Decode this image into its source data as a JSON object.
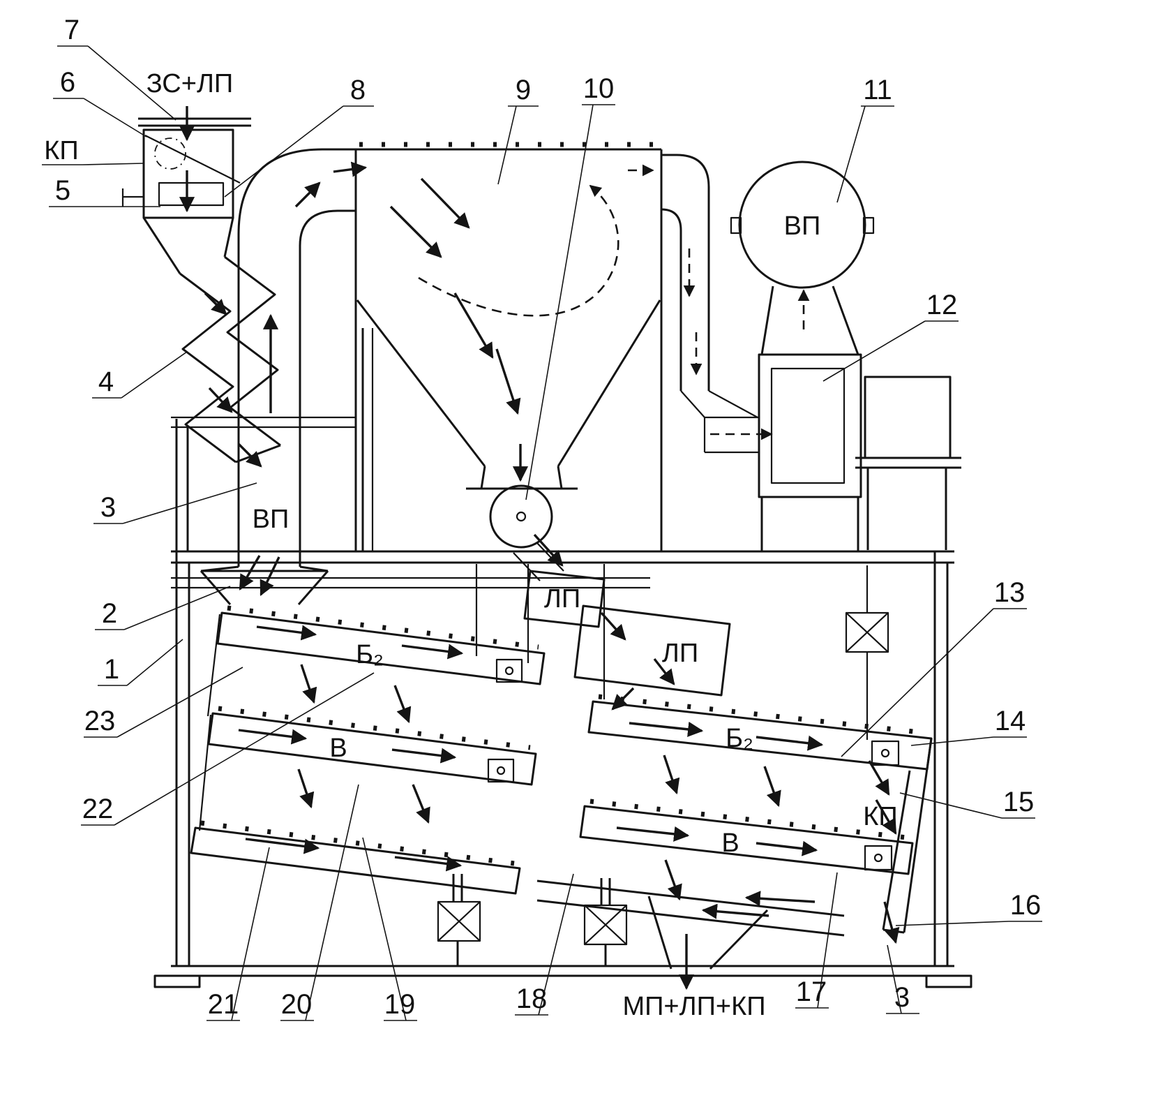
{
  "figure": {
    "kind": "technical-schematic-line-drawing",
    "labels": {
      "input_stream": "ЗС+ЛП",
      "kp_left": "КП",
      "vp_duct": "ВП",
      "vp_fan": "ВП",
      "lp_upper": "ЛП",
      "lp_lower": "ЛП",
      "b2_left": "Б₂",
      "b2_right": "Б₂",
      "v_left": "В",
      "v_right": "В",
      "kp_right": "КП",
      "output_stream": "МП+ЛП+КП"
    },
    "callouts": {
      "c1": "1",
      "c2": "2",
      "c3": "3",
      "c3b": "3",
      "c4": "4",
      "c5": "5",
      "c6": "6",
      "c7": "7",
      "c8": "8",
      "c9": "9",
      "c10": "10",
      "c11": "11",
      "c12": "12",
      "c13": "13",
      "c14": "14",
      "c15": "15",
      "c16": "16",
      "c17": "17",
      "c18": "18",
      "c19": "19",
      "c20": "20",
      "c21": "21",
      "c22": "22",
      "c23": "23"
    }
  }
}
